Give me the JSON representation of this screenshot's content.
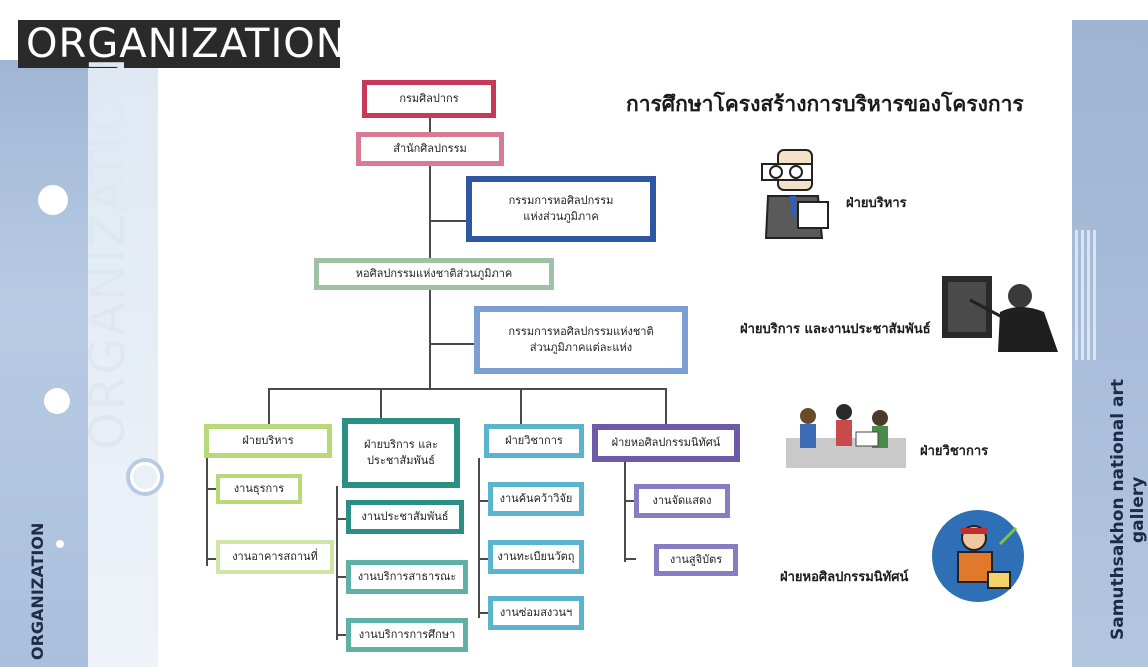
{
  "banner": {
    "title": "ORGANIZATION"
  },
  "side_vertical": {
    "large": "ORGANIZATION",
    "small": "ORGANIZATION"
  },
  "right_vertical": "Samuthsakhon national art gallery",
  "heading": "การศึกษาโครงสร้างการบริหารของโครงการ",
  "chart": {
    "top1": "กรมศิลปากร",
    "top2": "สำนักศิลปกรรม",
    "committee1": [
      "กรรมการหอศิลปกรรม",
      "แห่งส่วนภูมิภาค"
    ],
    "mid": "หอศิลปกรรมแห่งชาติส่วนภูมิภาค",
    "committee2": [
      "กรรมการหอศิลปกรรมแห่งชาติ",
      "ส่วนภูมิภาคแต่ละแห่ง"
    ],
    "divisions": [
      {
        "label": "ฝ่ายบริหาร",
        "units": [
          "งานธุรการ",
          "งานอาคารสถานที่"
        ]
      },
      {
        "label": "ฝ่ายบริการ และประชาสัมพันธ์",
        "units": [
          "งานประชาสัมพันธ์",
          "งานบริการสาธารณะ",
          "งานบริการการศึกษา"
        ]
      },
      {
        "label": "ฝ่ายวิชาการ",
        "units": [
          "งานค้นคว้าวิจัย",
          "งานทะเบียนวัตถุ",
          "งานซ่อมสงวนฯ"
        ]
      },
      {
        "label": "ฝ่ายหอศิลปกรรมนิทัศน์",
        "units": [
          "งานจัดแสดง",
          "งานสูจิบัตร"
        ]
      }
    ]
  },
  "side_departments": [
    {
      "label": "ฝ่ายบริหาร",
      "icon": "businessman-icon"
    },
    {
      "label": "ฝ่ายบริการ และงานประชาสัมพันธ์",
      "icon": "presenter-icon"
    },
    {
      "label": "ฝ่ายวิชาการ",
      "icon": "researchers-icon"
    },
    {
      "label": "ฝ่ายหอศิลปกรรมนิทัศน์",
      "icon": "worker-icon"
    }
  ],
  "colors": {
    "crimson": "#c8385a",
    "navy": "#2f56a3",
    "sage": "#9fc2a4",
    "blue_light": "#7b9fd4",
    "lime": "#b7d97a",
    "teal": "#2c8f86",
    "cyan": "#5ab3cf",
    "purple": "#6c5aa8",
    "lilac": "#8a7cc2"
  }
}
